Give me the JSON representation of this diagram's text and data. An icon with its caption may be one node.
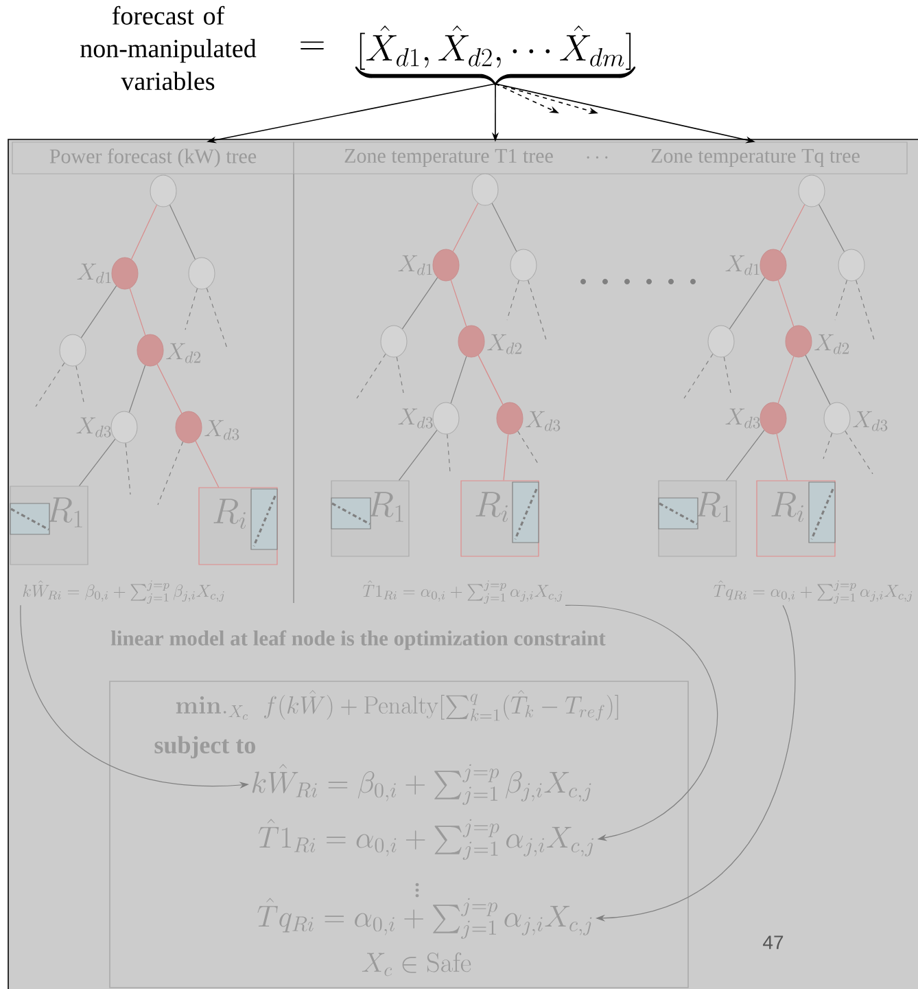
{
  "diagram": {
    "nodes": [
      {
        "text": [
          "\\underbrace{[\\hat{X}_{d1},\\hat{X}_{d2},\\cdots\\hat{X}_{dm}]}"
        ]
      },
      {
        "text": [
          "Power forecast (kW) tree"
        ]
      },
      {
        "text": [
          "Zone temperature T1 tree"
        ]
      },
      {
        "text": [
          "Zone temperature Tq tree"
        ]
      },
      {
        "text": [],
        "shape": "circle"
      },
      {
        "text": [],
        "shape": "circle",
        "beside": [
          "X_{d1}"
        ]
      },
      {
        "text": [],
        "shape": "circle"
      },
      {
        "text": [],
        "shape": "circle"
      },
      {
        "text": [],
        "shape": "circle",
        "beside": [
          "X_{d2}"
        ]
      },
      {
        "text": [],
        "shape": "circle",
        "beside": [
          "X_{d3}"
        ]
      },
      {
        "text": [],
        "shape": "circle",
        "beside": [
          "X_{d3}"
        ]
      },
      {
        "text": [
          "R_1"
        ]
      },
      {
        "text": [
          "R_i"
        ]
      },
      {
        "text": [],
        "shape": "circle"
      },
      {
        "text": [],
        "shape": "circle",
        "beside": [
          "X_{d1}"
        ]
      },
      {
        "text": [],
        "shape": "circle"
      },
      {
        "text": [],
        "shape": "circle"
      },
      {
        "text": [],
        "shape": "circle",
        "beside": [
          "X_{d2}"
        ]
      },
      {
        "text": [],
        "shape": "circle",
        "beside": [
          "X_{d3}"
        ]
      },
      {
        "text": [],
        "shape": "circle",
        "beside": [
          "X_{d3}"
        ]
      },
      {
        "text": [
          "R_1"
        ]
      },
      {
        "text": [
          "R_i"
        ]
      },
      {
        "text": [],
        "shape": "circle"
      },
      {
        "text": [],
        "shape": "circle",
        "beside": [
          "X_{d1}"
        ]
      },
      {
        "text": [],
        "shape": "circle"
      },
      {
        "text": [],
        "shape": "circle"
      },
      {
        "text": [],
        "shape": "circle",
        "beside": [
          "X_{d2}"
        ]
      },
      {
        "text": [],
        "shape": "circle",
        "beside": [
          "X_{d3}"
        ]
      },
      {
        "text": [],
        "shape": "circle",
        "beside": [
          "X_{d3}"
        ]
      },
      {
        "text": [
          "R_1"
        ]
      },
      {
        "text": [
          "R_i"
        ]
      },
      {
        "text": [
          "k\\hat{W}_{Ri} = \\beta_{0,i} + \\sum_{j=1}^{j=p}\\beta_{j,i}X_{c,j}"
        ]
      },
      {
        "text": [
          "\\hat{T}1_{Ri} = \\alpha_{0,i} + \\sum_{j=1}^{j=p}\\alpha_{j,i}X_{c,j}"
        ]
      },
      {
        "text": [
          "\\hat{T}q_{Ri} = \\alpha_{0,i} + \\sum_{j=1}^{j=p}\\alpha_{j,i}X_{c,j}"
        ]
      },
      {
        "text": [
          "\\mathbf{min.}_{X_c}\\;\\; f(k\\hat{W}) + \\mathrm{Penalty}[\\sum_{k=1}^{q}(\\hat{T}_k - T_{ref})]",
          "subject to",
          "X_c \\in \\mathrm{Safe}"
        ]
      },
      {
        "text": [
          "k\\hat{W}_{Ri} = \\beta_{0,i} + \\sum_{j=1}^{j=p}\\beta_{j,i}X_{c,j}"
        ],
        "in": 34
      },
      {
        "text": [
          "\\hat{T}1_{Ri} = \\alpha_{0,i} + \\sum_{j=1}^{j=p}\\alpha_{j,i}X_{c,j}"
        ],
        "in": 34
      },
      {
        "text": [
          "\\hat{T}q_{Ri} = \\alpha_{0,i} + \\sum_{j=1}^{j=p}\\alpha_{j,i}X_{c,j}"
        ],
        "in": 34
      }
    ],
    "edges": [
      {
        "from": 0,
        "to": 1,
        "arrow": "to",
        "color": "#000000"
      },
      {
        "from": 0,
        "to": 2,
        "arrow": "to",
        "color": "#000000"
      },
      {
        "from": 0,
        "to": 3,
        "arrow": "to",
        "color": "#000000"
      },
      {
        "from": 0,
        "to": null,
        "arrow": "to",
        "style": "dashed",
        "color": "#000000"
      },
      {
        "from": 0,
        "to": null,
        "arrow": "to",
        "style": "dashed",
        "color": "#000000"
      },
      {
        "from": 4,
        "to": 5,
        "arrow": "none",
        "color": "#d98a8a"
      },
      {
        "from": 4,
        "to": 6,
        "arrow": "none"
      },
      {
        "from": 5,
        "to": 7,
        "arrow": "none"
      },
      {
        "from": 5,
        "to": 8,
        "arrow": "none",
        "color": "#d98a8a"
      },
      {
        "from": 8,
        "to": 9,
        "arrow": "none"
      },
      {
        "from": 8,
        "to": 10,
        "arrow": "none",
        "color": "#d98a8a"
      },
      {
        "from": 9,
        "to": 11,
        "arrow": "none"
      },
      {
        "from": 10,
        "to": 12,
        "arrow": "none",
        "color": "#d98a8a"
      },
      {
        "from": 6,
        "to": null,
        "arrow": "none",
        "style": "dashed"
      },
      {
        "from": 6,
        "to": null,
        "arrow": "none",
        "style": "dashed"
      },
      {
        "from": 7,
        "to": null,
        "arrow": "none",
        "style": "dashed"
      },
      {
        "from": 7,
        "to": null,
        "arrow": "none",
        "style": "dashed"
      },
      {
        "from": 9,
        "to": null,
        "arrow": "none",
        "style": "dashed"
      },
      {
        "from": 10,
        "to": null,
        "arrow": "none",
        "style": "dashed"
      },
      {
        "from": 13,
        "to": 14,
        "arrow": "none",
        "color": "#d98a8a"
      },
      {
        "from": 13,
        "to": 15,
        "arrow": "none"
      },
      {
        "from": 14,
        "to": 16,
        "arrow": "none"
      },
      {
        "from": 14,
        "to": 17,
        "arrow": "none",
        "color": "#d98a8a"
      },
      {
        "from": 17,
        "to": 18,
        "arrow": "none"
      },
      {
        "from": 17,
        "to": 19,
        "arrow": "none",
        "color": "#d98a8a"
      },
      {
        "from": 18,
        "to": 20,
        "arrow": "none"
      },
      {
        "from": 19,
        "to": 21,
        "arrow": "none",
        "color": "#d98a8a"
      },
      {
        "from": 15,
        "to": null,
        "arrow": "none",
        "style": "dashed"
      },
      {
        "from": 15,
        "to": null,
        "arrow": "none",
        "style": "dashed"
      },
      {
        "from": 16,
        "to": null,
        "arrow": "none",
        "style": "dashed"
      },
      {
        "from": 16,
        "to": null,
        "arrow": "none",
        "style": "dashed"
      },
      {
        "from": 18,
        "to": null,
        "arrow": "none",
        "style": "dashed"
      },
      {
        "from": 19,
        "to": null,
        "arrow": "none",
        "style": "dashed"
      },
      {
        "from": 22,
        "to": 23,
        "arrow": "none",
        "color": "#d98a8a"
      },
      {
        "from": 22,
        "to": 24,
        "arrow": "none"
      },
      {
        "from": 23,
        "to": 25,
        "arrow": "none"
      },
      {
        "from": 23,
        "to": 26,
        "arrow": "none",
        "color": "#d98a8a"
      },
      {
        "from": 26,
        "to": 27,
        "arrow": "none",
        "color": "#d98a8a"
      },
      {
        "from": 26,
        "to": 28,
        "arrow": "none"
      },
      {
        "from": 27,
        "to": 29,
        "arrow": "none"
      },
      {
        "from": 27,
        "to": 30,
        "arrow": "none",
        "color": "#d98a8a"
      },
      {
        "from": 24,
        "to": null,
        "arrow": "none",
        "style": "dashed"
      },
      {
        "from": 24,
        "to": null,
        "arrow": "none",
        "style": "dashed"
      },
      {
        "from": 25,
        "to": null,
        "arrow": "none",
        "style": "dashed"
      },
      {
        "from": 25,
        "to": null,
        "arrow": "none",
        "style": "dashed"
      },
      {
        "from": 28,
        "to": null,
        "arrow": "none",
        "style": "dashed"
      },
      {
        "from": 28,
        "to": null,
        "arrow": "none",
        "style": "dashed"
      },
      {
        "from": 31,
        "to": 35,
        "arrow": "to"
      },
      {
        "from": 32,
        "to": 36,
        "arrow": "to"
      },
      {
        "from": 33,
        "to": 37,
        "arrow": "to"
      }
    ],
    "labels": [
      "forecast of non-manipulated variables",
      "=",
      "\\cdots",
      "linear model at leaf node is the optimization constraint",
      "\\vdots",
      "47"
    ]
  }
}
